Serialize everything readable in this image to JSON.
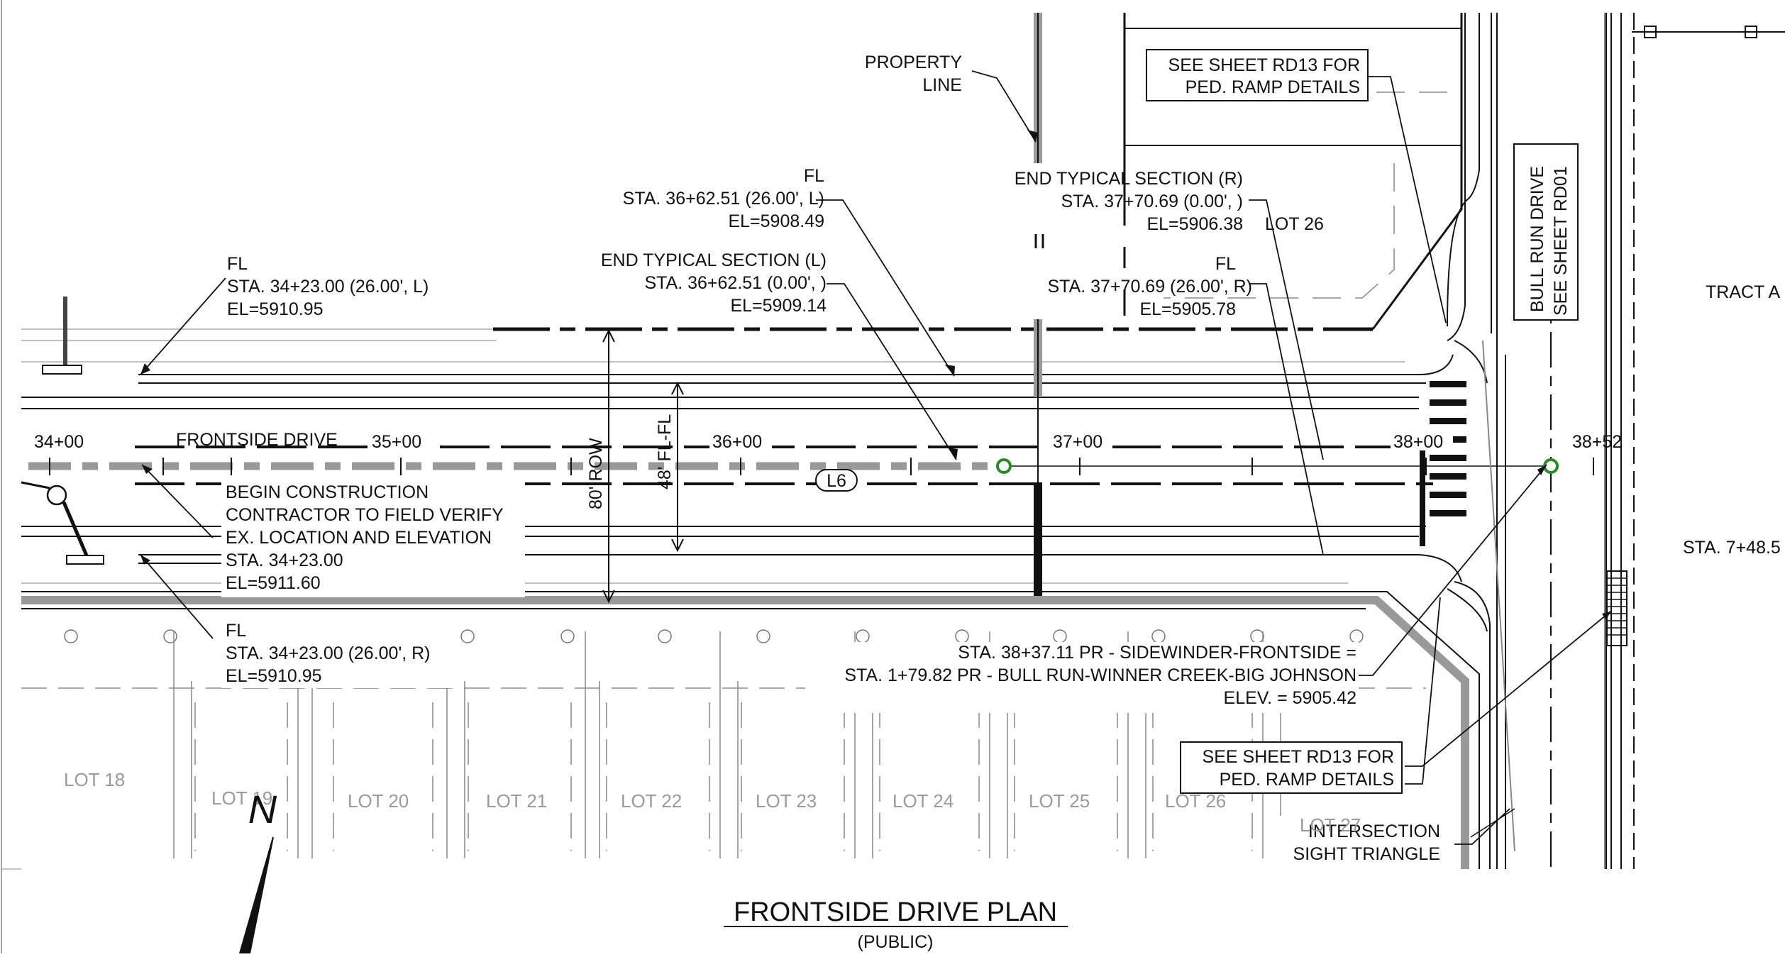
{
  "title": "FRONTSIDE DRIVE PLAN",
  "subtitle": "(PUBLIC)",
  "road": {
    "name": "FRONTSIDE DRIVE",
    "stations": [
      "34+00",
      "35+00",
      "36+00",
      "37+00",
      "38+00",
      "38+52"
    ],
    "row_label": "80' ROW",
    "flfl_label": "48' FL-FL",
    "curve_tag": "L6"
  },
  "callouts": {
    "property_line": [
      "PROPERTY",
      "LINE"
    ],
    "ramp_top": [
      "SEE SHEET RD13 FOR",
      "PED. RAMP DETAILS"
    ],
    "ramp_bottom": [
      "SEE SHEET RD13 FOR",
      "PED. RAMP DETAILS"
    ],
    "fl_3662": [
      "FL",
      "STA. 36+62.51 (26.00', L)",
      "EL=5908.49"
    ],
    "end_typ_r": [
      "END TYPICAL SECTION (R)",
      "STA. 37+70.69 (0.00', )",
      "EL=5906.38"
    ],
    "end_typ_l": [
      "END TYPICAL SECTION (L)",
      "STA. 36+62.51 (0.00', )",
      "EL=5909.14"
    ],
    "fl_3770": [
      "FL",
      "STA. 37+70.69 (26.00', R)",
      "EL=5905.78"
    ],
    "fl_3423_l": [
      "FL",
      "STA. 34+23.00 (26.00', L)",
      "EL=5910.95"
    ],
    "begin_const": [
      "BEGIN CONSTRUCTION",
      "CONTRACTOR TO FIELD VERIFY",
      "EX. LOCATION AND ELEVATION",
      "STA. 34+23.00",
      "EL=5911.60"
    ],
    "fl_3423_r": [
      "FL",
      "STA. 34+23.00 (26.00', R)",
      "EL=5910.95"
    ],
    "intersection": [
      "STA. 38+37.11 PR - SIDEWINDER-FRONTSIDE =",
      "STA. 1+79.82 PR - BULL RUN-WINNER CREEK-BIG JOHNSON",
      "ELEV. = 5905.42"
    ],
    "sight_triangle": [
      "INTERSECTION",
      "SIGHT TRIANGLE"
    ],
    "bull_run": [
      "BULL RUN DRIVE",
      "SEE SHEET RD01"
    ],
    "tract": "TRACT A",
    "sta_748": "STA. 7+48.5",
    "lot_26_north": "LOT 26"
  },
  "lots": [
    "LOT 18",
    "LOT 19",
    "LOT 20",
    "LOT 21",
    "LOT 22",
    "LOT 23",
    "LOT 24",
    "LOT 25",
    "LOT 26",
    "LOT 27"
  ],
  "north_arrow": "N"
}
